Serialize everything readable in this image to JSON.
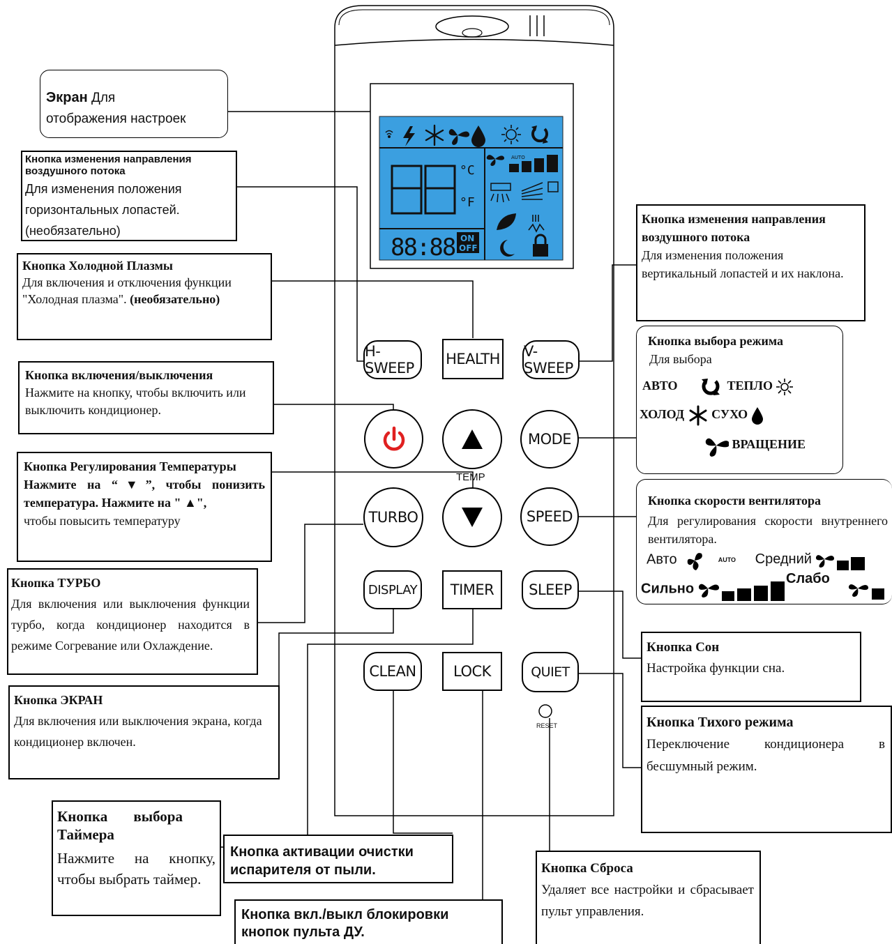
{
  "lcd": {
    "temp": "88",
    "unit_c": "°C",
    "unit_f": "°F",
    "time": "88:88",
    "on": "ON",
    "off": "OFF",
    "fan_auto": "AUTO"
  },
  "buttons": {
    "h_sweep": "H-SWEEP",
    "health": "HEALTH",
    "v_sweep": "V-SWEEP",
    "mode": "MODE",
    "temp": "TEMP",
    "turbo": "TURBO",
    "speed": "SPEED",
    "display": "DISPLAY",
    "timer": "TIMER",
    "sleep": "SLEEP",
    "clean": "CLEAN",
    "lock": "LOCK",
    "quiet": "QUIET",
    "reset": "RESET"
  },
  "callouts": {
    "screen": {
      "title": "Экран",
      "text_inline": "Для",
      "text": "отображения настроек"
    },
    "h_sweep": {
      "title": "Кнопка изменения направления воздушного потока",
      "line1": "Для изменения положения",
      "line2": "горизонтальных лопастей.",
      "line3": "(необязательно)"
    },
    "health": {
      "title": "Кнопка Холодной Плазмы",
      "text": "Для включения и отключения функции \"Холодная плазма\".",
      "bold": "(необязательно)"
    },
    "power": {
      "title": "Кнопка включения/выключения",
      "text": "Нажмите на кнопку, чтобы включить или выключить кондиционер."
    },
    "temp": {
      "title": "Кнопка Регулирования Температуры",
      "line1": "Нажмите на “▼”, чтобы понизить температура. Нажмите на \" ▲\",",
      "line2": "чтобы повысить температуру"
    },
    "turbo": {
      "title": "Кнопка ТУРБО",
      "text": "Для включения или выключения функции турбо, когда кондиционер находится в режиме Согревание или Охлаждение."
    },
    "display": {
      "title": "Кнопка ЭКРАН",
      "text": "Для включения или выключения экрана, когда кондиционер включен."
    },
    "timer": {
      "title": "Кнопка выбора Таймера",
      "text": "Нажмите на кнопку, чтобы выбрать таймер."
    },
    "clean": {
      "title": "Кнопка активации очистки испарителя от пыли."
    },
    "lock": {
      "title": "Кнопка вкл./выкл блокировки кнопок пульта ДУ."
    },
    "v_sweep": {
      "title": "Кнопка изменения направления воздушного потока",
      "text": "Для изменения положения вертикальный лопастей и их наклона."
    },
    "mode": {
      "title": "Кнопка выбора режима",
      "text": "Для выбора",
      "auto": "АВТО",
      "heat": "ТЕПЛО",
      "cool": "ХОЛОД",
      "dry": "СУХО",
      "fan": "ВРАЩЕНИЕ"
    },
    "speed": {
      "title": "Кнопка скорости вентилятора",
      "text": "Для регулирования скорости внутреннего вентилятора.",
      "auto": "Авто",
      "auto_badge": "AUTO",
      "medium": "Средний",
      "high": "Сильно",
      "low": "Слабо"
    },
    "sleep": {
      "title": "Кнопка Сон",
      "text": "Настройка функции сна."
    },
    "quiet": {
      "title": "Кнопка Тихого режима",
      "text": "Переключение кондиционера в бесшумный режим."
    },
    "reset": {
      "title": "Кнопка Сброса",
      "text": "Удаляет все настройки и сбрасывает пульт управления."
    }
  },
  "colors": {
    "lcd_bg": "#3b9fe0",
    "lcd_seg": "#111111",
    "power_red": "#e02020",
    "outline": "#000000"
  }
}
